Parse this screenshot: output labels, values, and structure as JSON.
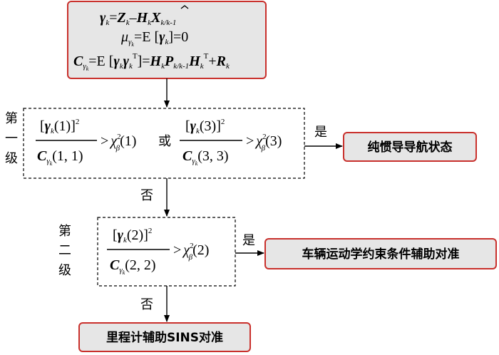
{
  "formula_box": {
    "line1": {
      "gamma": "γ",
      "k": "k",
      "eq": "=",
      "Z": "Z",
      "minus": "–",
      "H": "H",
      "X": "X",
      "k_k1": "k/k-1"
    },
    "line2": {
      "mu": "μ",
      "gamma_k": "γ",
      "k": "k",
      "rhs_E": "=E [",
      "gamma": "γ",
      "rhs_end": "]=0"
    },
    "line3": {
      "C": "C",
      "gamma_k": "γ",
      "k": "k",
      "mid": "=E [",
      "g1": "γ",
      "g2": "γ",
      "T": "T",
      "close": "]=",
      "H": "H",
      "P": "P",
      "k_k1": "k/k-1",
      "H2": "H",
      "T2": "T",
      "plus": "+",
      "R": "R"
    }
  },
  "stage1": {
    "label_chars": [
      "第",
      "一",
      "级"
    ],
    "num1": "]",
    "num1_open": "[",
    "gamma": "γ",
    "k": "k",
    "arg1": "(1)",
    "sq": "2",
    "den1": "C",
    "den1_args": "(1, 1)",
    "gt": ">",
    "chi": "χ",
    "beta": "β",
    "chi_sq": "2",
    "chi_arg1": "(1)",
    "or": "或",
    "arg3": "(3)",
    "den3_args": "(3, 3)",
    "chi_arg3": "(3)"
  },
  "stage2": {
    "label_chars": [
      "第",
      "二",
      "级"
    ],
    "arg2": "(2)",
    "den2_args": "(2, 2)",
    "chi_arg2": "(2)"
  },
  "edges": {
    "yes1": "是",
    "yes2": "是",
    "no1": "否",
    "no2": "否"
  },
  "outputs": {
    "pure_inertial": "纯惯导导航状态",
    "vehicle_constraint": "车辆运动学约束条件辅助对准",
    "odometer_sins": "里程计辅助SINS对准"
  },
  "colors": {
    "box_fill": "#e6e6e6",
    "box_border": "#c9302c"
  }
}
